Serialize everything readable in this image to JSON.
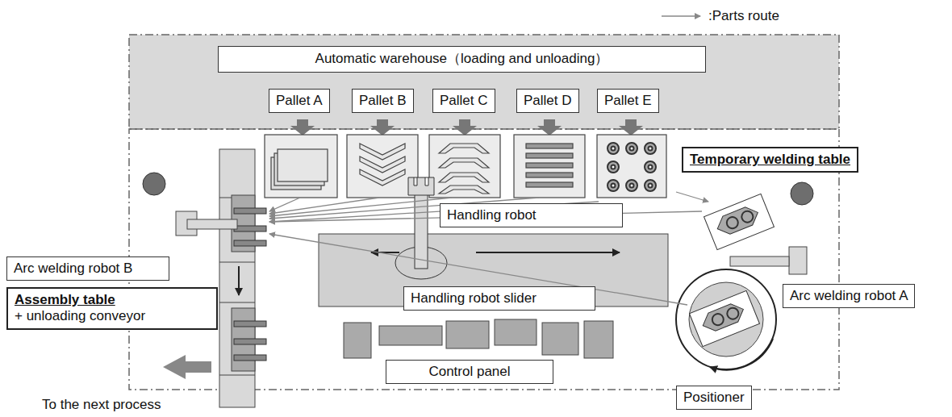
{
  "diagram": {
    "nodes": [
      {
        "text": [
          "Automatic warehouse（loading and unloading）"
        ]
      },
      {
        "text": [
          "Pallet A"
        ]
      },
      {
        "text": [
          "Pallet B"
        ]
      },
      {
        "text": [
          "Pallet C"
        ]
      },
      {
        "text": [
          "Pallet D"
        ]
      },
      {
        "text": [
          "Pallet E"
        ]
      },
      {
        "text": [
          "Temporary welding table"
        ]
      },
      {
        "text": [
          "Handling robot"
        ]
      },
      {
        "text": [
          "Arc welding robot B"
        ]
      },
      {
        "text": [
          "Assembly table",
          "+ unloading conveyor"
        ]
      },
      {
        "text": [
          "Handling robot slider"
        ]
      },
      {
        "text": [
          "Arc welding robot A"
        ]
      },
      {
        "text": [
          "Control panel"
        ]
      },
      {
        "text": [
          "Positioner"
        ]
      }
    ],
    "labels": [
      "To the next process"
    ],
    "legend": [
      {
        "text": ":Parts route"
      }
    ]
  }
}
